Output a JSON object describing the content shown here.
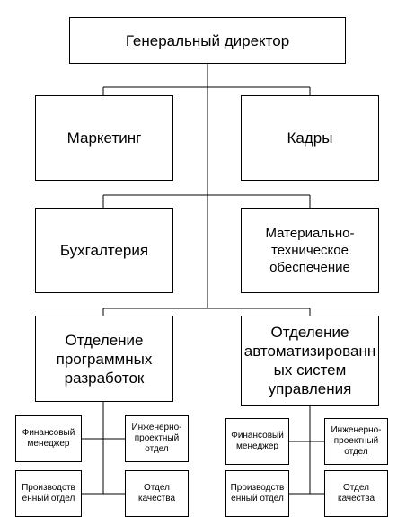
{
  "org_chart": {
    "director": "Генеральный директор",
    "marketing": "Маркетинг",
    "hr": "Кадры",
    "accounting": "Бухгалтерия",
    "logistics": "Материально-\nтехническое\nобеспечение",
    "dev_division": "Отделение\nпрограммных\nразработок",
    "acs_division": "Отделение\nавтоматизированн\nых систем\nуправления",
    "dev_units": {
      "finance": "Финансовый\nменеджер",
      "engineering": "Инженерно-\nпроектный\nотдел",
      "production": "Производств\nенный отдел",
      "quality": "Отдел\nкачества"
    },
    "acs_units": {
      "finance": "Финансовый\nменеджер",
      "engineering": "Инженерно-\nпроектный\nотдел",
      "production": "Производств\nенный отдел",
      "quality": "Отдел\nкачества"
    }
  }
}
